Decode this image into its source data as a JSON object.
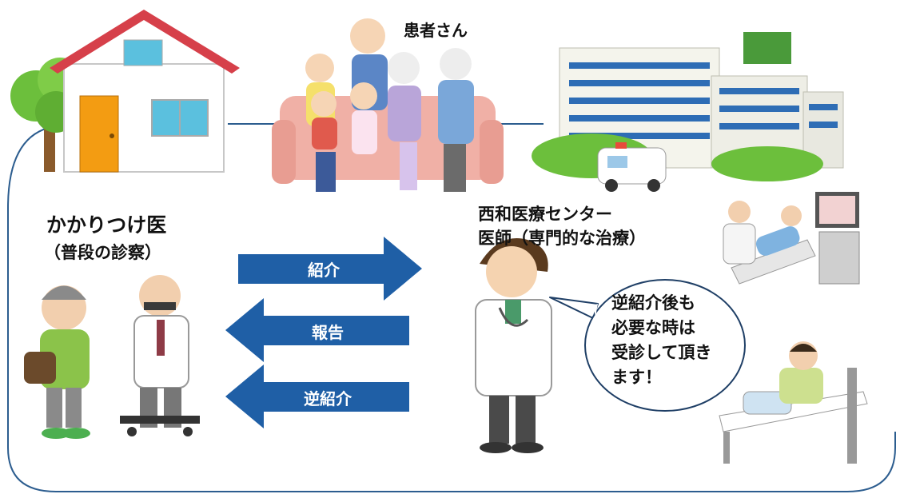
{
  "labels": {
    "patients": "患者さん",
    "family_doctor_title": "かかりつけ医",
    "family_doctor_subtitle": "（普段の診察）",
    "hospital_doctor_line1": "西和医療センター",
    "hospital_doctor_line2": "医師（専門的な治療）"
  },
  "arrows": {
    "referral": "紹介",
    "report": "報告",
    "reverse_referral": "逆紹介"
  },
  "speech_bubble": {
    "lines": [
      "逆紹介後も",
      "必要な時は",
      "受診して頂き",
      "ます！"
    ]
  },
  "colors": {
    "arrow_blue": "#1f5fa6",
    "frame_blue": "#2c5d8f",
    "roof_red": "#d6404a"
  }
}
